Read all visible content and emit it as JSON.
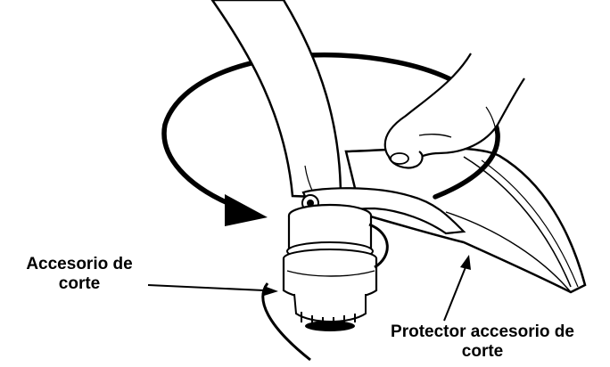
{
  "labels": {
    "cutting_attachment": {
      "line1": "Accesorio de",
      "line2": "corte"
    },
    "attachment_guard": {
      "line1": "Protector accesorio de",
      "line2": "corte"
    }
  },
  "colors": {
    "ink": "#000000",
    "background": "#ffffff",
    "shade": "#d9d9d9"
  },
  "icons": {
    "rotation": "circular-arrow-icon",
    "hand": "hand-icon"
  }
}
